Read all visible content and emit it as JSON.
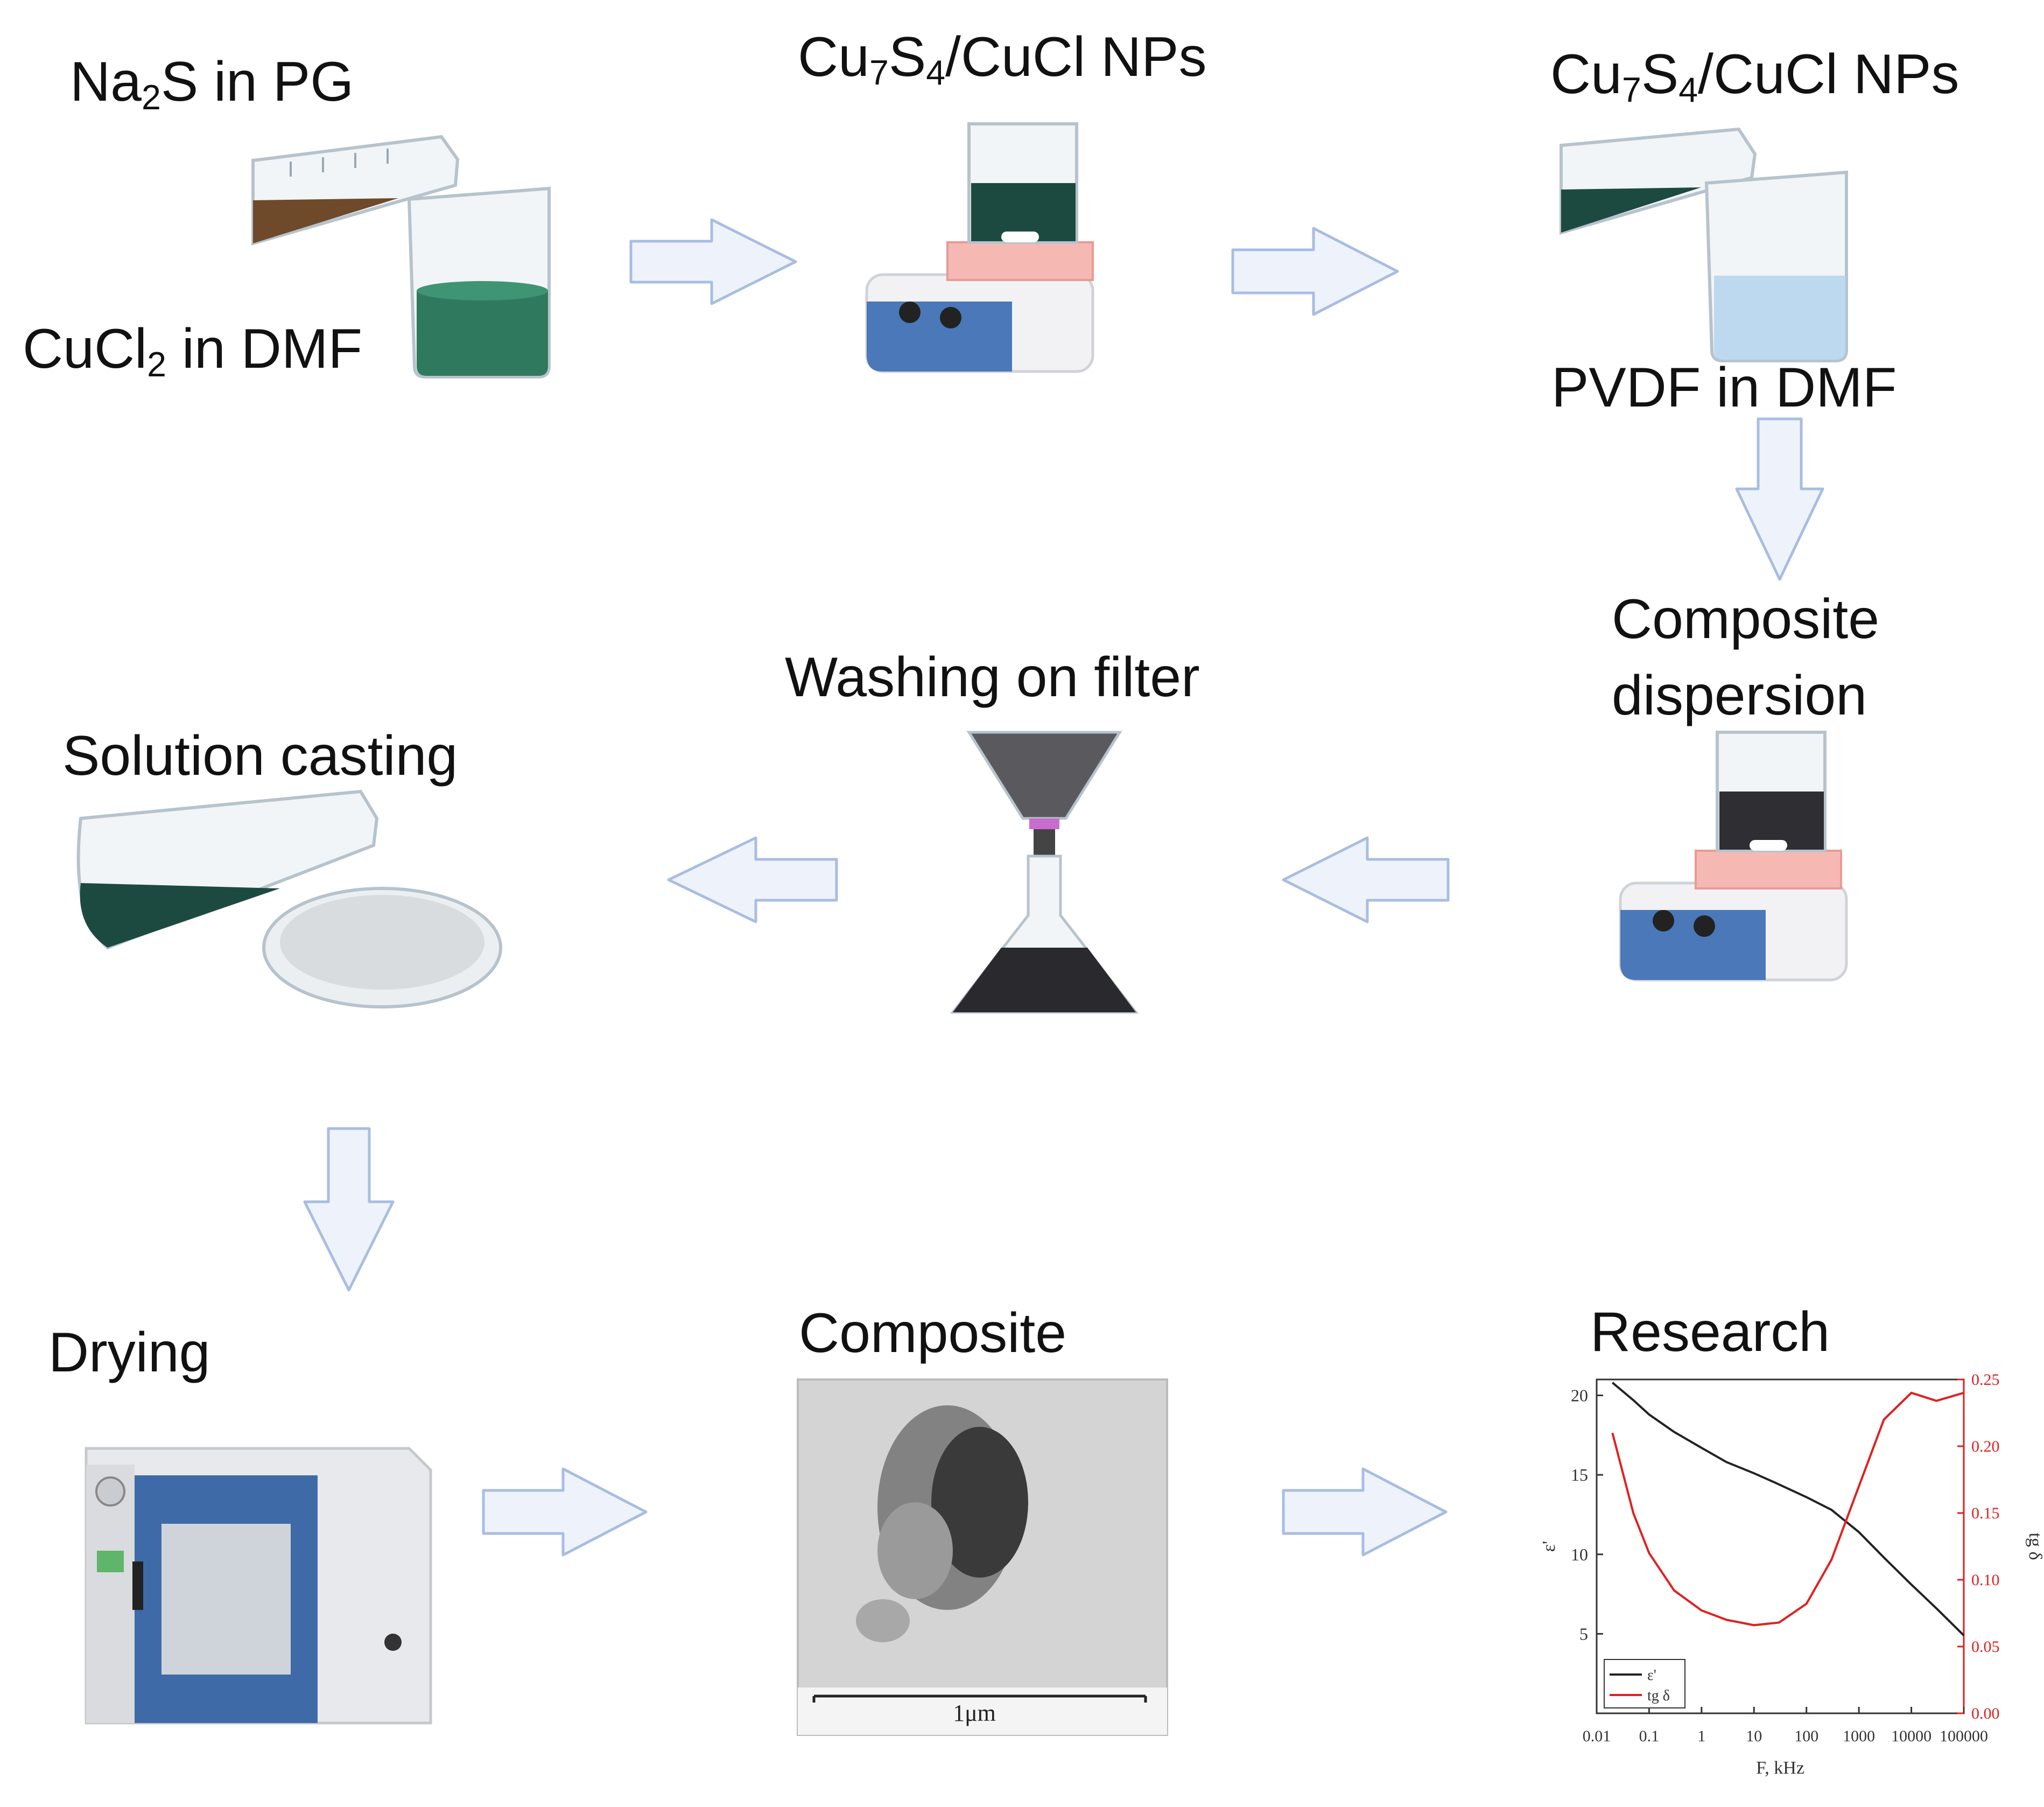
{
  "labels": {
    "na2s": {
      "main": "Na",
      "sub": "2",
      "rest": "S in PG"
    },
    "cucl2": {
      "main": "CuCl",
      "sub": "2",
      "rest": " in DMF"
    },
    "nps1": {
      "a": "Cu",
      "s1": "7",
      "b": "S",
      "s2": "4",
      "rest": "/CuCl NPs"
    },
    "nps2": {
      "a": "Cu",
      "s1": "7",
      "b": "S",
      "s2": "4",
      "rest": "/CuCl NPs"
    },
    "pvdf": "PVDF in DMF",
    "composite_dispersion_1": "Composite",
    "composite_dispersion_2": "dispersion",
    "washing": "Washing on filter",
    "solution_casting": "Solution casting",
    "drying": "Drying",
    "composite": "Composite",
    "research": "Research"
  },
  "sem": {
    "scale_bar": "1μm"
  },
  "colors": {
    "arrow_fill": "#eef3fb",
    "arrow_stroke": "#a8bde0",
    "green_liquid": "#2f7a5e",
    "dark_green_liquid": "#1d4a40",
    "brown_liquid": "#6e4a2a",
    "blue_liquid": "#bcd9ef",
    "stirrer_blue": "#4a78b8",
    "oven_blue": "#3f6aa8",
    "series_black": "#222222",
    "series_red": "#e02020"
  },
  "chart_data": {
    "type": "line",
    "x_scale": "log",
    "xlim": [
      0.01,
      100000
    ],
    "ylim_left": [
      0,
      21
    ],
    "ylim_right": [
      0,
      0.25
    ],
    "xlabel": "F, kHz",
    "ylabel_left": "ε'",
    "ylabel_right": "tg δ",
    "x_ticks": [
      "0.01",
      "0.1",
      "1",
      "10",
      "100",
      "1000",
      "10000",
      "100000"
    ],
    "y_ticks_left": [
      "5",
      "10",
      "15",
      "20"
    ],
    "y_ticks_right": [
      "0.00",
      "0.05",
      "0.10",
      "0.15",
      "0.20",
      "0.25"
    ],
    "legend_placement": "bottom-left",
    "series": [
      {
        "name": "ε'",
        "axis": "left",
        "color": "#222222",
        "x": [
          0.02,
          0.05,
          0.1,
          0.3,
          1,
          3,
          10,
          30,
          100,
          300,
          1000,
          3000,
          10000,
          30000,
          100000
        ],
        "y": [
          20.8,
          19.7,
          18.8,
          17.7,
          16.7,
          15.8,
          15.1,
          14.4,
          13.6,
          12.8,
          11.4,
          9.8,
          8.1,
          6.6,
          4.9
        ]
      },
      {
        "name": "tg δ",
        "axis": "right",
        "color": "#e02020",
        "x": [
          0.02,
          0.05,
          0.1,
          0.3,
          1,
          3,
          10,
          30,
          100,
          300,
          1000,
          3000,
          10000,
          30000,
          100000
        ],
        "y": [
          0.21,
          0.15,
          0.12,
          0.092,
          0.077,
          0.07,
          0.066,
          0.068,
          0.082,
          0.115,
          0.17,
          0.22,
          0.24,
          0.234,
          0.24
        ]
      }
    ]
  }
}
